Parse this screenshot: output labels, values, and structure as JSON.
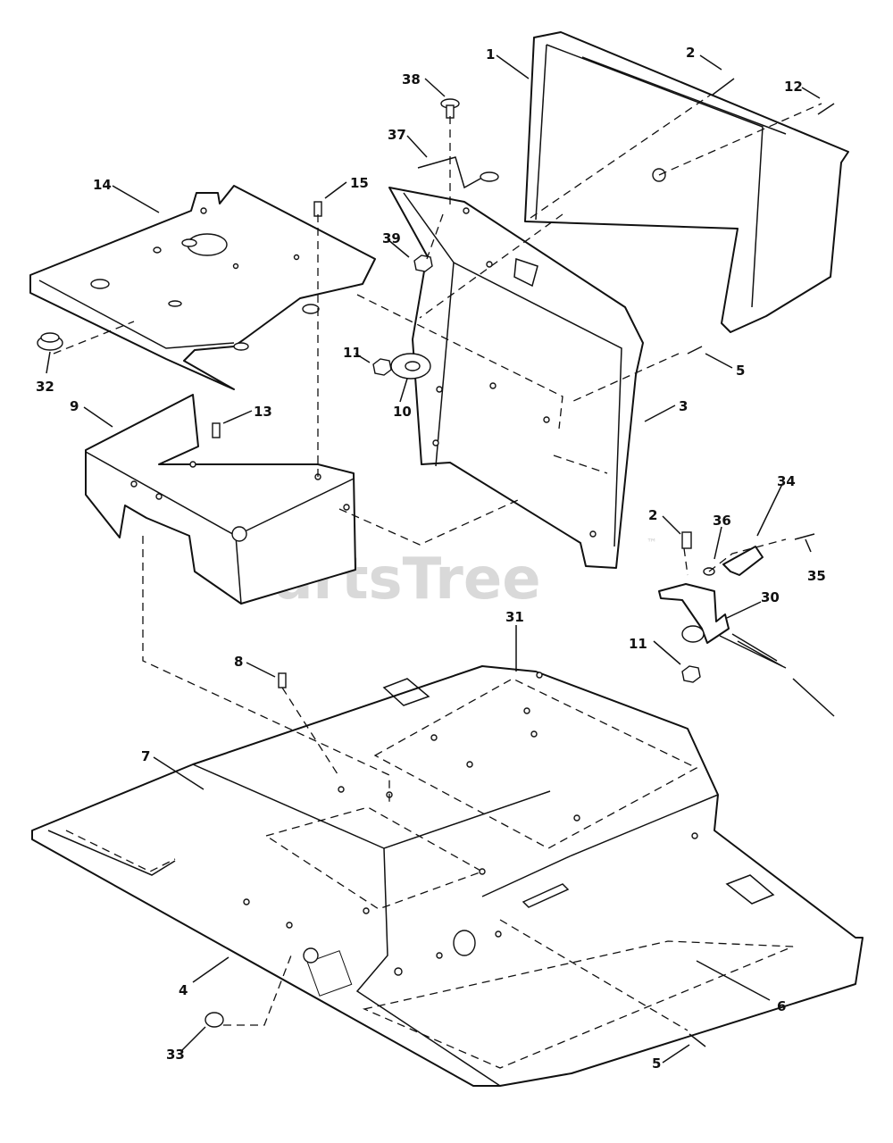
{
  "watermark": {
    "text": "PartsTree",
    "trademark": "™"
  },
  "callouts": [
    {
      "id": "c1",
      "label": "1"
    },
    {
      "id": "c2a",
      "label": "2"
    },
    {
      "id": "c12",
      "label": "12"
    },
    {
      "id": "c38",
      "label": "38"
    },
    {
      "id": "c37",
      "label": "37"
    },
    {
      "id": "c14",
      "label": "14"
    },
    {
      "id": "c15",
      "label": "15"
    },
    {
      "id": "c39",
      "label": "39"
    },
    {
      "id": "c32",
      "label": "32"
    },
    {
      "id": "c11a",
      "label": "11"
    },
    {
      "id": "c10",
      "label": "10"
    },
    {
      "id": "c5a",
      "label": "5"
    },
    {
      "id": "c3",
      "label": "3"
    },
    {
      "id": "c9",
      "label": "9"
    },
    {
      "id": "c13",
      "label": "13"
    },
    {
      "id": "c34",
      "label": "34"
    },
    {
      "id": "c2b",
      "label": "2"
    },
    {
      "id": "c36",
      "label": "36"
    },
    {
      "id": "c35",
      "label": "35"
    },
    {
      "id": "c30",
      "label": "30"
    },
    {
      "id": "c11b",
      "label": "11"
    },
    {
      "id": "c31",
      "label": "31"
    },
    {
      "id": "c8",
      "label": "8"
    },
    {
      "id": "c7",
      "label": "7"
    },
    {
      "id": "c4",
      "label": "4"
    },
    {
      "id": "c6",
      "label": "6"
    },
    {
      "id": "c33",
      "label": "33"
    },
    {
      "id": "c5b",
      "label": "5"
    }
  ]
}
